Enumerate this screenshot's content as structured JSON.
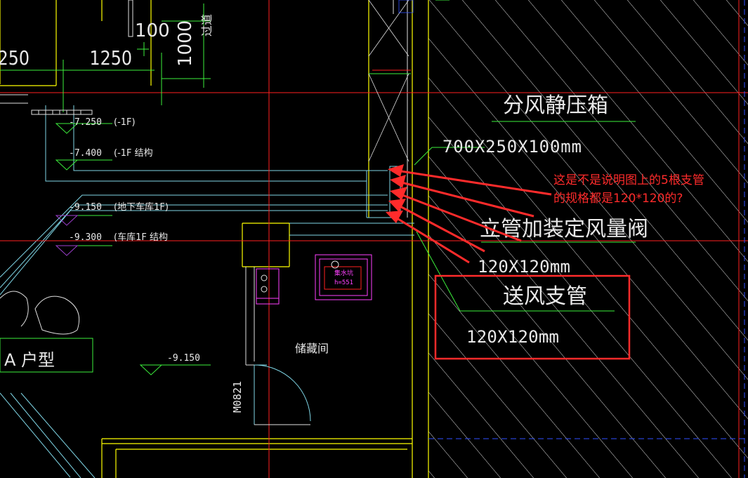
{
  "drawing": {
    "dimensions": {
      "d_1250_left": "250",
      "d_1250": "1250",
      "d_100": "100",
      "d_1000": "1000"
    },
    "corridor_label": "过道",
    "elevations": [
      {
        "value": "-7.250",
        "label": "(-1F)"
      },
      {
        "value": "-7.400",
        "label": "(-1F   结构"
      },
      {
        "value": "-9.150",
        "label": "(地下车库1F)"
      },
      {
        "value": "-9.300",
        "label": "(车库1F   结构"
      },
      {
        "value": "-9.150",
        "label": ""
      }
    ],
    "labels": {
      "plenum_box_title": "分风静压箱",
      "plenum_box_size": "700X250X100mm",
      "riser_damper_title": "立管加装定风量阀",
      "riser_damper_size": "120X120mm",
      "supply_branch_title": "送风支管",
      "supply_branch_size": "120X120mm",
      "storage_room": "储藏间",
      "door_code": "M0821",
      "unit_type": "A 户型",
      "equipment_label": "集水坑",
      "equipment_height": "h=551"
    },
    "annotation_question": {
      "line1": "这是不是说明图上的5根支管",
      "line2": "的规格都是120*120的?"
    },
    "colors": {
      "background": "#000000",
      "white": "#e8e8e8",
      "yellow": "#ffff00",
      "cyan": "#7fd6e6",
      "green": "#3cf03c",
      "red": "#ff2020",
      "magenta": "#ff40ff",
      "purple": "#a040d0",
      "blue": "#3050ff",
      "annotation_red": "#ff2b2b"
    }
  }
}
